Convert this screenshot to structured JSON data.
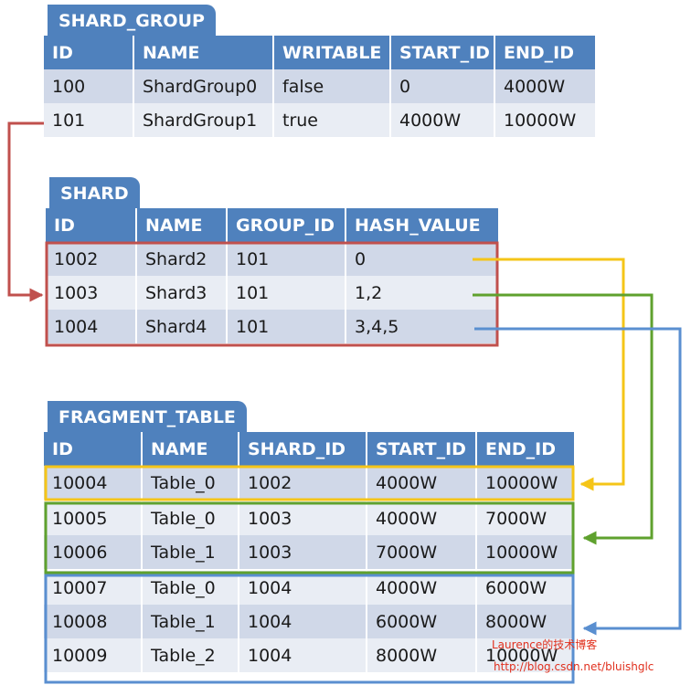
{
  "shard_group": {
    "title": "SHARD_GROUP",
    "columns": [
      "ID",
      "NAME",
      "WRITABLE",
      "START_ID",
      "END_ID"
    ],
    "rows": [
      [
        "100",
        "ShardGroup0",
        "false",
        "0",
        "4000W"
      ],
      [
        "101",
        "ShardGroup1",
        "true",
        "4000W",
        "10000W"
      ]
    ]
  },
  "shard": {
    "title": "SHARD",
    "columns": [
      "ID",
      "NAME",
      "GROUP_ID",
      "HASH_VALUE"
    ],
    "rows": [
      [
        "1002",
        "Shard2",
        "101",
        "0"
      ],
      [
        "1003",
        "Shard3",
        "101",
        "1,2"
      ],
      [
        "1004",
        "Shard4",
        "101",
        "3,4,5"
      ]
    ]
  },
  "fragment_table": {
    "title": "FRAGMENT_TABLE",
    "columns": [
      "ID",
      "NAME",
      "SHARD_ID",
      "START_ID",
      "END_ID"
    ],
    "rows": [
      [
        "10004",
        "Table_0",
        "1002",
        "4000W",
        "10000W"
      ],
      [
        "10005",
        "Table_0",
        "1003",
        "4000W",
        "7000W"
      ],
      [
        "10006",
        "Table_1",
        "1003",
        "7000W",
        "10000W"
      ],
      [
        "10007",
        "Table_0",
        "1004",
        "4000W",
        "6000W"
      ],
      [
        "10008",
        "Table_1",
        "1004",
        "6000W",
        "8000W"
      ],
      [
        "10009",
        "Table_2",
        "1004",
        "8000W",
        "10000W"
      ]
    ]
  },
  "colors": {
    "header": "#4f81bd",
    "row_odd": "#d0d8e8",
    "row_even": "#e9edf4",
    "group_link": "#c0504d",
    "shard2_link": "#f5c518",
    "shard3_link": "#5fa12e",
    "shard4_link": "#5a8fd0"
  },
  "watermark": {
    "line1": "Laurence的技术博客",
    "line2": "http://blog.csdn.net/bluishglc"
  }
}
